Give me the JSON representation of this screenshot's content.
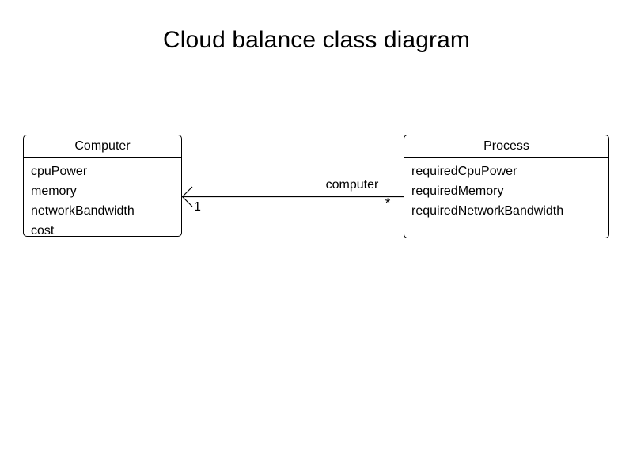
{
  "diagram": {
    "title": "Cloud balance class diagram",
    "background_color": "#ffffff",
    "stroke_color": "#000000",
    "text_color": "#000000"
  },
  "classes": [
    {
      "name": "Computer",
      "attributes": [
        "cpuPower",
        "memory",
        "networkBandwidth",
        "cost"
      ]
    },
    {
      "name": "Process",
      "attributes": [
        "requiredCpuPower",
        "requiredMemory",
        "requiredNetworkBandwidth"
      ]
    }
  ],
  "association": {
    "label": "computer",
    "source_multiplicity": "1",
    "target_multiplicity": "*",
    "arrow_style": "open-arrow",
    "direction": "process-to-computer"
  }
}
